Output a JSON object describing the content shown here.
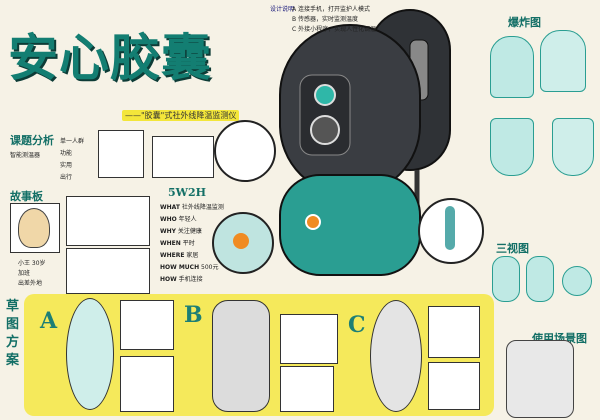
{
  "title": "安心胶囊",
  "subtitle": "——\"胶囊\"式社外线降温监测仪",
  "design_label": "设计说明",
  "design_notes": [
    "A 连接手机，打开监护人模式",
    "B 传感器，实时监测温度",
    "C 外接小程序，实现人性化调温"
  ],
  "analysis_title": "课题分析",
  "analysis_left": "智能测温器",
  "analysis_items": [
    "单一人群",
    "功能",
    "实用",
    "出行"
  ],
  "research_title": "故事板",
  "story_items": [
    "小王 30岁",
    "加班",
    "出差外地"
  ],
  "w5h2_title": "5W2H",
  "w5h2_rows": [
    "WHAT",
    "WHO",
    "WHY",
    "WHEN",
    "WHERE",
    "HOW MUCH",
    "HOW"
  ],
  "w5h2_values": [
    "社外线降温监测",
    "年轻人",
    "关注健康",
    "平时",
    "家居",
    "500元",
    "手机连接"
  ],
  "explode_title": "爆炸图",
  "three_view_title": "三视图",
  "usage_title": "使用场景图",
  "sketch_title": "草图方案",
  "sketch_letters": [
    "A",
    "B",
    "C"
  ]
}
